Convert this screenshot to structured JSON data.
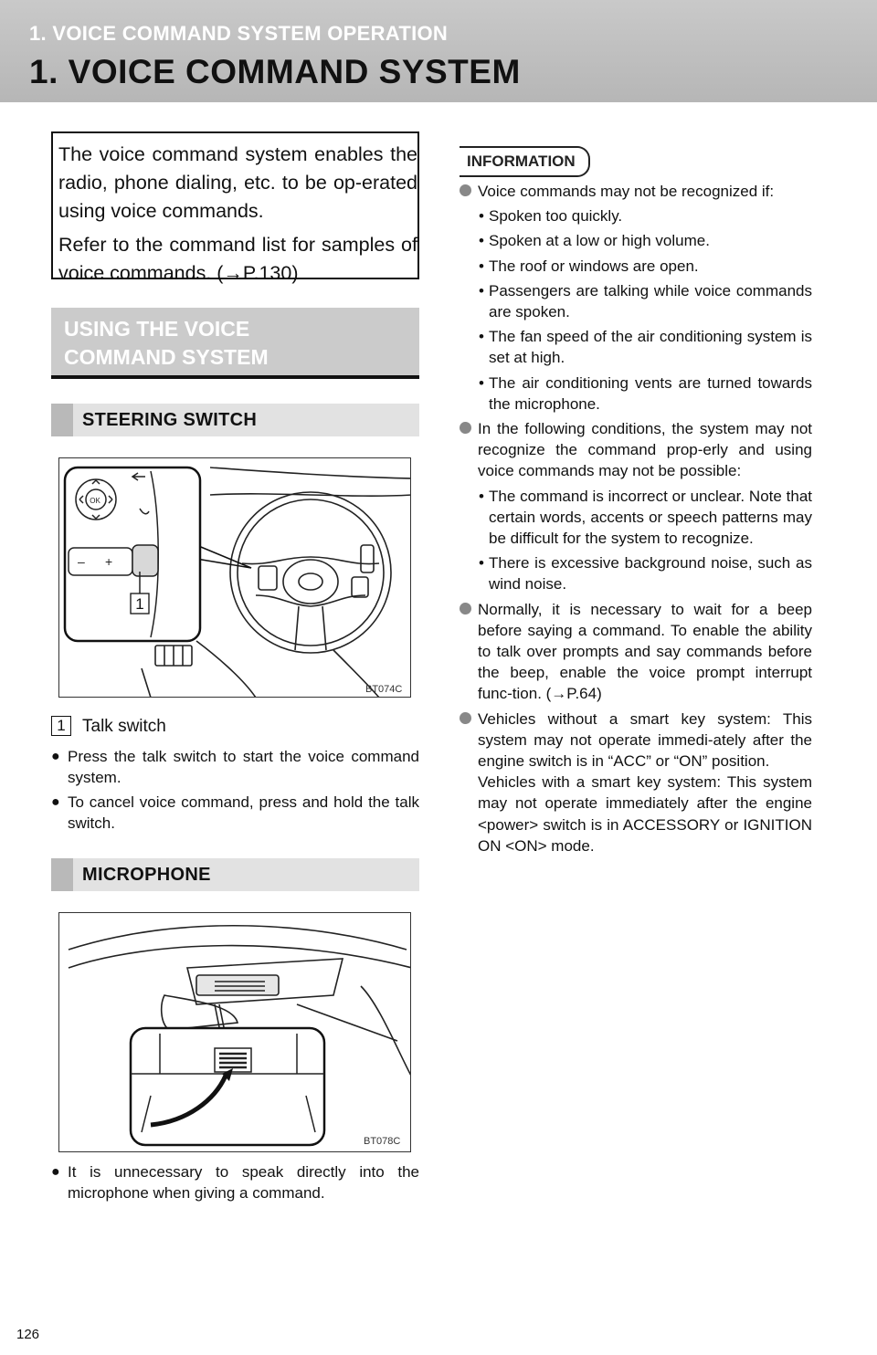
{
  "header": {
    "chapter": "1. VOICE COMMAND SYSTEM OPERATION",
    "title": "1. VOICE COMMAND SYSTEM"
  },
  "intro": {
    "p1": "The voice command system enables the radio, phone dialing, etc. to be op-erated using voice commands.",
    "p2": "Refer to the command list for samples of voice commands. (→P.130)"
  },
  "section": {
    "title_line1": "USING THE VOICE",
    "title_line2": "COMMAND SYSTEM"
  },
  "steering": {
    "heading": "STEERING SWITCH",
    "figure_code": "BT074C",
    "callout_number": "1",
    "legend_number": "1",
    "legend_text": "Talk switch",
    "bullets": [
      "Press the talk switch to start the voice command system.",
      "To cancel voice command, press and hold the talk switch."
    ]
  },
  "microphone": {
    "heading": "MICROPHONE",
    "figure_code": "BT078C",
    "bullets": [
      "It is unnecessary to speak directly into the microphone when giving a command."
    ]
  },
  "information": {
    "tag": "INFORMATION",
    "item1": {
      "text": "Voice commands may not be recognized if:",
      "subs": [
        "Spoken too quickly.",
        "Spoken at a low or high volume.",
        "The roof or windows are open.",
        "Passengers are talking while voice commands are spoken.",
        "The fan speed of the air conditioning system is set at high.",
        "The air conditioning vents are turned towards the microphone."
      ]
    },
    "item2": {
      "text": "In the following conditions, the system may not recognize the command prop-erly and using voice commands may not be possible:",
      "subs": [
        "The command is incorrect or unclear. Note that certain words, accents or speech patterns may be difficult for the system to recognize.",
        "There is excessive background noise, such as wind noise."
      ]
    },
    "item3": {
      "text": "Normally, it is necessary to wait for a beep before saying a command. To enable the ability to talk over prompts and say commands before the beep, enable the voice prompt interrupt func-tion. (→P.64)"
    },
    "item4": {
      "text1": "Vehicles without a smart key system: This system may not operate immedi-ately after the engine switch is in “ACC” or “ON” position.",
      "text2": "Vehicles with a smart key system: This system may not operate immediately after the engine <power> switch is in ACCESSORY or IGNITION ON <ON> mode."
    }
  },
  "page_number": "126"
}
